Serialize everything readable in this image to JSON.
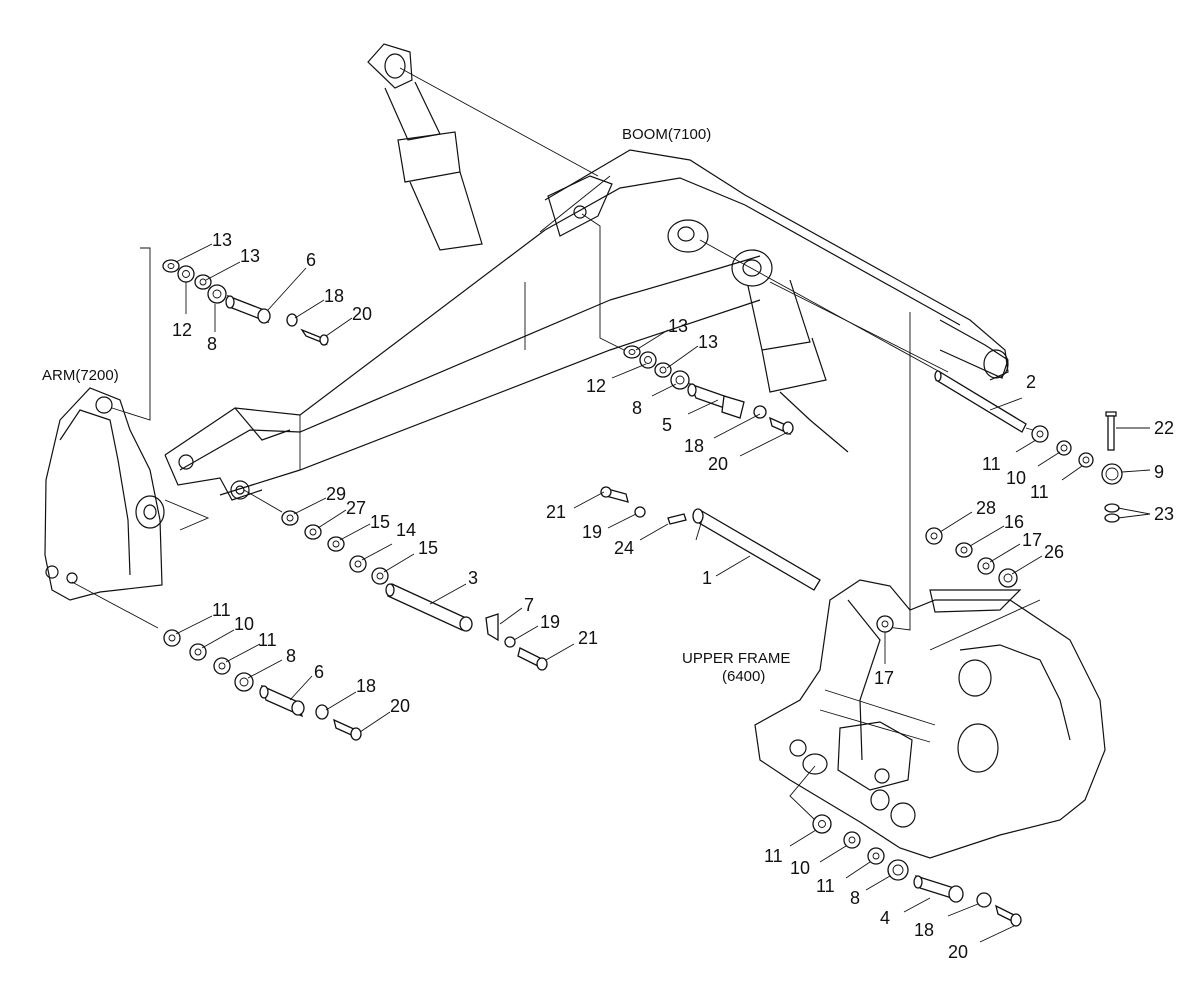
{
  "titles": {
    "boom": "BOOM(7100)",
    "arm": "ARM(7200)",
    "upper_frame_line1": "UPPER FRAME",
    "upper_frame_line2": "(6400)"
  },
  "callouts": {
    "top_left": [
      "13",
      "13",
      "6",
      "12",
      "8",
      "18",
      "20"
    ],
    "middle": [
      "13",
      "13",
      "12",
      "8",
      "5",
      "18",
      "20"
    ],
    "right": [
      "2",
      "11",
      "10",
      "11",
      "22",
      "9",
      "23"
    ],
    "center": [
      "21",
      "19",
      "24",
      "1",
      "28",
      "16",
      "17",
      "26",
      "17"
    ],
    "boom_foot": [
      "29",
      "27",
      "15",
      "14",
      "15",
      "3",
      "7",
      "19",
      "21"
    ],
    "lower_left": [
      "11",
      "10",
      "11",
      "8",
      "6",
      "18",
      "20"
    ],
    "lower_right": [
      "11",
      "10",
      "11",
      "8",
      "4",
      "18",
      "20"
    ]
  }
}
